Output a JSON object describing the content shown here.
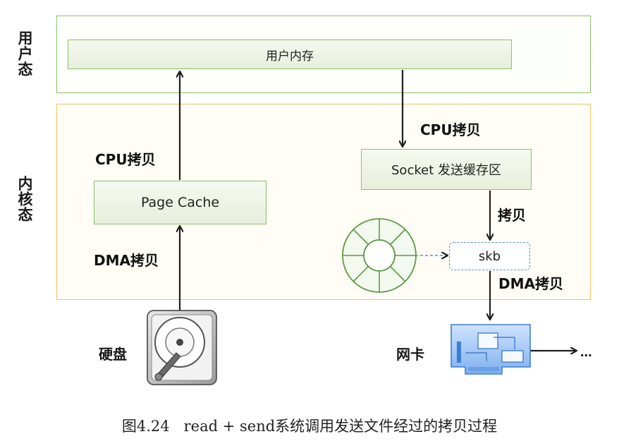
{
  "regions": {
    "user_space": "用户态",
    "kernel_space": "内核态"
  },
  "boxes": {
    "user_memory": "用户内存",
    "page_cache": "Page Cache",
    "socket_buffer": "Socket 发送缓存区",
    "skb": "skb"
  },
  "operations": {
    "cpu_copy_left": "CPU拷贝",
    "dma_copy_left": "DMA拷贝",
    "cpu_copy_right": "CPU拷贝",
    "copy_right": "拷贝",
    "dma_copy_right": "DMA拷贝"
  },
  "devices": {
    "disk": "硬盘",
    "nic": "网卡",
    "nic_continuation": "..."
  },
  "caption": "图4.24   read + send系统调用发送文件经过的拷贝过程",
  "colors": {
    "user_border": "#8dbf6e",
    "kernel_border": "#f0c060",
    "skb_border": "#5b8fd4",
    "arrow": "#1f1f1f"
  }
}
